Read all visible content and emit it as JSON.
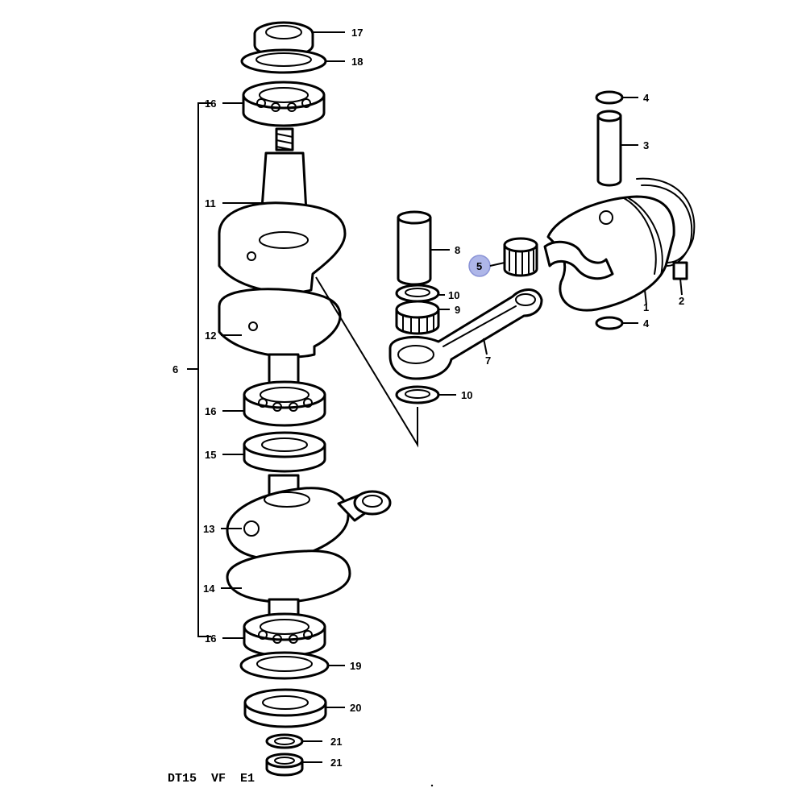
{
  "diagram": {
    "code": "DT15  VF  E1",
    "highlighted_part": "5",
    "highlight_color": "#aeb6e8",
    "callouts": {
      "p1": "1",
      "p2": "2",
      "p3": "3",
      "p4a": "4",
      "p4b": "4",
      "p5": "5",
      "p6": "6",
      "p7": "7",
      "p8": "8",
      "p9": "9",
      "p10a": "10",
      "p10b": "10",
      "p11": "11",
      "p12": "12",
      "p13": "13",
      "p14": "14",
      "p15": "15",
      "p16a": "16",
      "p16b": "16",
      "p16c": "16",
      "p17": "17",
      "p18": "18",
      "p19": "19",
      "p20": "20",
      "p21a": "21",
      "p21b": "21"
    }
  }
}
